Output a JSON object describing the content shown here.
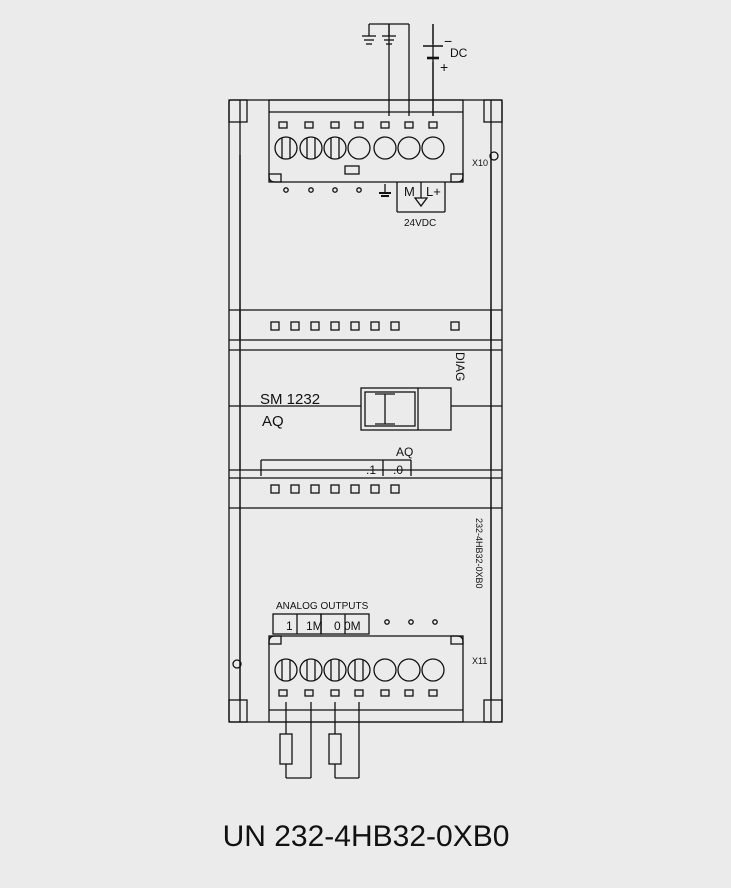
{
  "top_connector": {
    "supply_polarity_minus": "−",
    "supply_polarity_plus": "+",
    "supply_type": "DC",
    "connector_id": "X10",
    "terminal_labels": {
      "l_plus": "L+",
      "m": "M"
    },
    "supply_voltage": "24VDC"
  },
  "module": {
    "model": "SM 1232",
    "type": "AQ",
    "diag_label": "DIAG",
    "order_number_vertical": "232-4HB32-0XB0"
  },
  "analog_channels": {
    "group_label": "AQ",
    "channels": [
      ".0",
      ".1"
    ]
  },
  "bottom_connector": {
    "connector_id": "X11",
    "header": "ANALOG OUTPUTS",
    "labels": [
      "1",
      "1M",
      "0",
      "0M"
    ]
  },
  "caption": "UN 232-4HB32-0XB0",
  "icons": [
    "ground-icon",
    "battery-icon",
    "screw-terminal-icon",
    "resistor-icon",
    "din-latch-icon"
  ]
}
